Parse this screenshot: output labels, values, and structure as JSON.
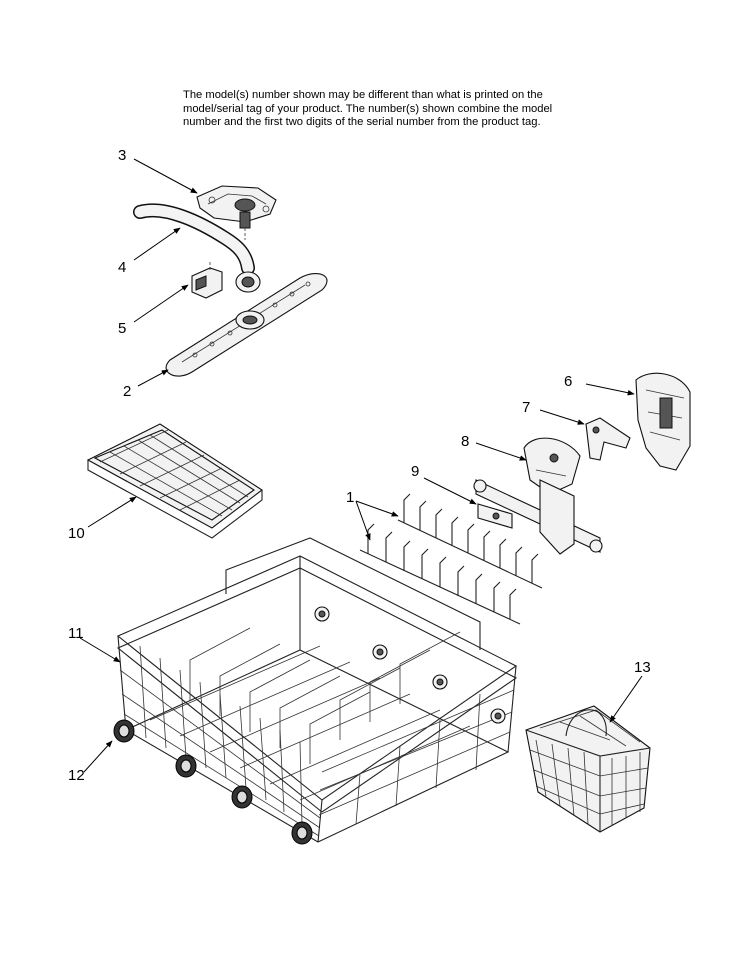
{
  "note": {
    "line1": "The model(s) number shown may be different than what is printed on the",
    "line2": "model/serial tag of your product. The number(s) shown combine the model",
    "line3": "number and the first two digits of the serial number from the product tag."
  },
  "callouts": {
    "c1": "1",
    "c2": "2",
    "c3": "3",
    "c4": "4",
    "c5": "5",
    "c6": "6",
    "c7": "7",
    "c8": "8",
    "c9": "9",
    "c10": "10",
    "c11": "11",
    "c12": "12",
    "c13": "13"
  }
}
